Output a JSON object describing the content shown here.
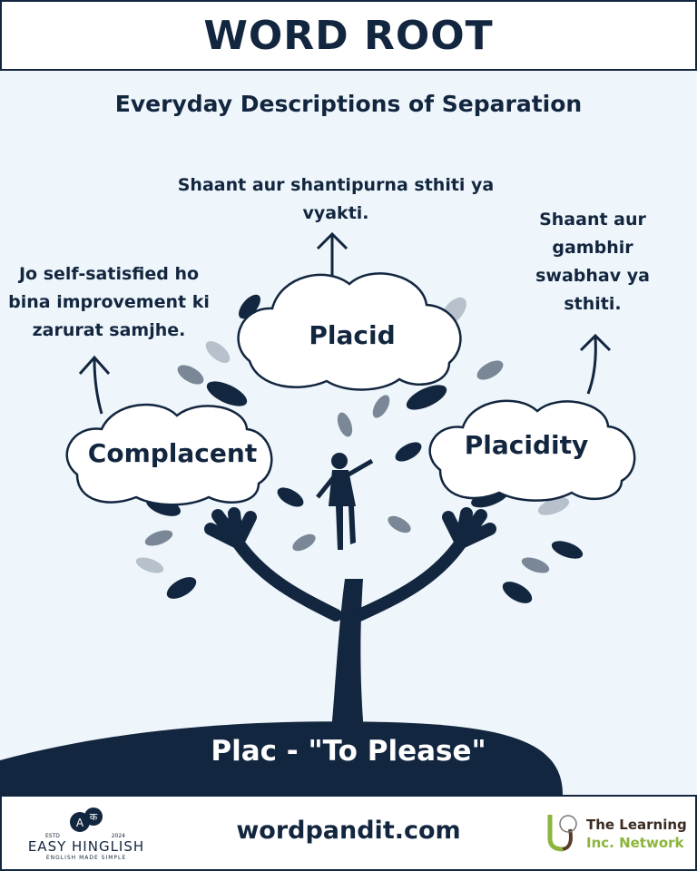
{
  "header": {
    "title": "WORD ROOT"
  },
  "main": {
    "subtitle": "Everyday Descriptions of Separation",
    "words": [
      {
        "word": "Placid",
        "definition": "Shaant aur shantipurna sthiti ya vyakti."
      },
      {
        "word": "Complacent",
        "definition": "Jo self-satisfied ho bina improvement ki zarurat samjhe."
      },
      {
        "word": "Placidity",
        "definition": "Shaant aur gambhir swabhav ya sthiti."
      }
    ],
    "root": "Plac - \"To Please\""
  },
  "footer": {
    "site": "wordpandit.com",
    "easy_hinglish": {
      "name": "EASY HINGLISH",
      "tagline": "ENGLISH MADE SIMPLE",
      "estd": "ESTD",
      "year": "2024",
      "bubble_a": "A",
      "bubble_k": "क"
    },
    "learning": {
      "line1": "The Learning",
      "line2": "Inc. Network"
    }
  },
  "colors": {
    "navy": "#13263f",
    "bg": "#eef6fb",
    "green": "#8cb53c"
  }
}
